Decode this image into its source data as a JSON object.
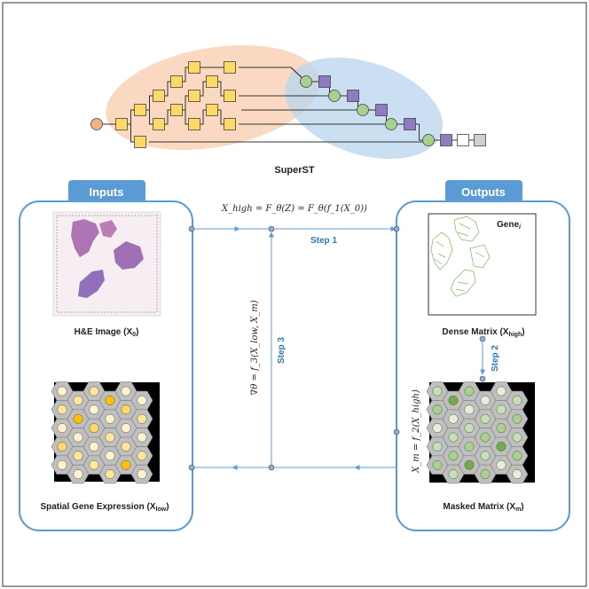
{
  "title": "SuperST",
  "inputs_tab": "Inputs",
  "outputs_tab": "Outputs",
  "he_image_label": "H&E Image (X",
  "he_image_sub": "0",
  "he_image_close": ")",
  "spatial_label": "Spatial Gene Expression (X",
  "spatial_sub": "low",
  "spatial_close": ")",
  "dense_label": "Dense Matrix (X",
  "dense_sub": "high",
  "dense_close": ")",
  "masked_label": "Masked Matrix (X",
  "masked_sub": "m",
  "masked_close": ")",
  "gene_label": "Gene",
  "gene_sub": "i",
  "step1": "Step 1",
  "step2": "Step 2",
  "step3": "Step 3",
  "formula_top": "X_high = F_θ(Z) = F_θ(f_1(X_0))",
  "formula_left": "∇θ = f_3(X_low, X_m)",
  "formula_right": "X_m = f_2(X_high)",
  "colors": {
    "frame_blue": "#5b9bd5",
    "tab_blue": "#5b9bd5",
    "step_blue": "#2e75b6",
    "orange_ellipse": "#f8cbad",
    "blue_ellipse": "#bdd7ee",
    "yellow_node": "#ffd966",
    "green_node": "#a9d18e",
    "purple_node": "#8e7cc3",
    "start_node": "#f4b183"
  }
}
